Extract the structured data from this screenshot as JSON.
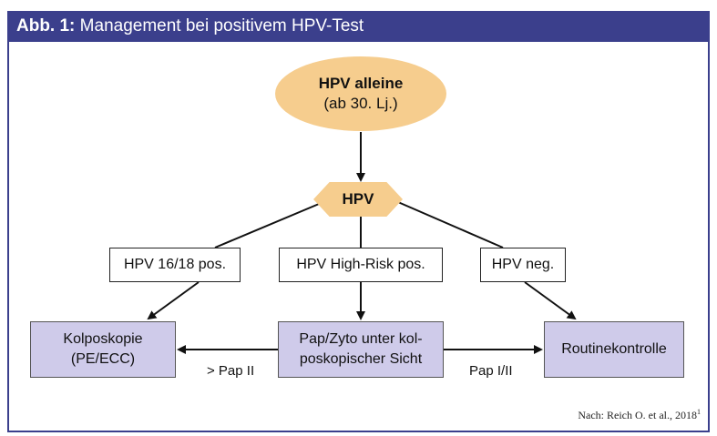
{
  "header": {
    "fig_label": "Abb. 1:",
    "title": "Management bei positivem HPV-Test"
  },
  "start_node": {
    "line1": "HPV alleine",
    "line2": "(ab 30. Lj.)"
  },
  "decision_node": {
    "label": "HPV"
  },
  "branch_labels": {
    "left": "HPV 16/18 pos.",
    "middle": "HPV High-Risk pos.",
    "right": "HPV neg."
  },
  "outcomes": {
    "left": {
      "line1": "Kolposkopie",
      "line2": "(PE/ECC)"
    },
    "middle": {
      "line1": "Pap/Zyto unter kol-",
      "line2": "poskopischer Sicht"
    },
    "right": {
      "line1": "Routinekontrolle"
    }
  },
  "edge_labels": {
    "to_left": "> Pap II",
    "to_right": "Pap I/II"
  },
  "source": {
    "text": "Nach: Reich O. et al., 2018",
    "ref": "1"
  },
  "colors": {
    "header": "#3b3f8c",
    "node_fill": "#f6cd8e",
    "outcome_fill": "#cfcbea"
  }
}
